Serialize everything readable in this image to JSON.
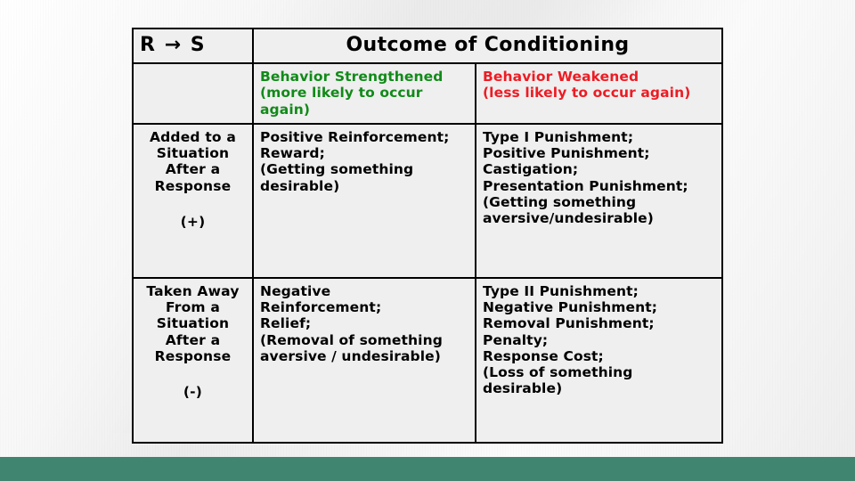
{
  "slide": {
    "background_color": "#f1f1f1",
    "footer_band_color": "#3f8570"
  },
  "table": {
    "corner_header": "R → S",
    "title": "Outcome of Conditioning",
    "colors": {
      "strengthened_text": "#118a19",
      "weakened_text": "#ed1c24",
      "reinforcement_cell": "#99ccff",
      "punishment_cell": "#ffff99",
      "border": "#000000"
    },
    "column_headers": {
      "strengthened": {
        "line1": "Behavior Strengthened",
        "line2": "(more likely to occur",
        "line3": "again)"
      },
      "weakened": {
        "line1": "Behavior Weakened",
        "line2": "(less likely to occur again)"
      }
    },
    "rows": [
      {
        "label": {
          "line1": "Added to a",
          "line2": "Situation",
          "line3": "After a",
          "line4": "Response",
          "sign": "(+)"
        },
        "reinforcement": {
          "line1": "Positive Reinforcement;",
          "line2": "Reward;",
          "line3": "(Getting something",
          "line4": "desirable)"
        },
        "punishment": {
          "line1": "Type I Punishment;",
          "line2": "Positive Punishment;",
          "line3": "Castigation;",
          "line4": "Presentation Punishment;",
          "line5": "(Getting something",
          "line6": "aversive/undesirable)"
        }
      },
      {
        "label": {
          "line1": "Taken Away",
          "line2": "From a",
          "line3": "Situation",
          "line4": "After a",
          "line5": "Response",
          "sign": "(-)"
        },
        "reinforcement": {
          "line1": "Negative",
          "line2": "Reinforcement;",
          "line3": "Relief;",
          "line4": "(Removal of something",
          "line5": "aversive / undesirable)"
        },
        "punishment": {
          "line1": "Type II Punishment;",
          "line2": "Negative Punishment;",
          "line3": "Removal Punishment;",
          "line4": "Penalty;",
          "line5": "Response Cost;",
          "line6": "(Loss of something",
          "line7": "desirable)"
        }
      }
    ]
  }
}
